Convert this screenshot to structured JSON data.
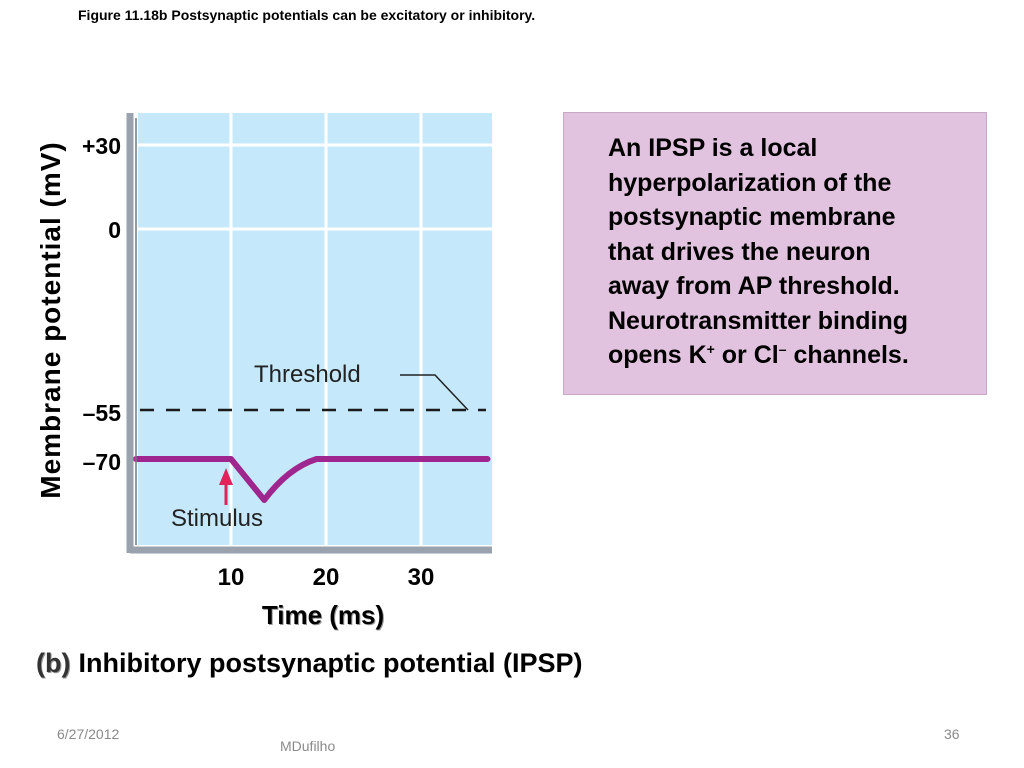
{
  "figure_caption": "Figure 11.18b  Postsynaptic potentials can be excitatory or inhibitory.",
  "subfigure": {
    "letter": "(b)",
    "title": "Inhibitory postsynaptic potential (IPSP)"
  },
  "info_box": {
    "line1": "An IPSP is a local",
    "line2": "hyperpolarization of the",
    "line3": "postsynaptic membrane",
    "line4": "that drives the neuron",
    "line5": "away from AP threshold.",
    "line6": "Neurotransmitter binding",
    "line7_pre": "opens K",
    "line7_sup1": "+",
    "line7_mid": " or Cl",
    "line7_sup2": "–",
    "line7_post": " channels.",
    "background": "#e2c3df"
  },
  "footer": {
    "date": "6/27/2012",
    "author": "MDufilho",
    "page": "36"
  },
  "chart_data": {
    "type": "line",
    "xlabel": "Time (ms)",
    "ylabel": "Membrane potential (mV)",
    "x_ticks": [
      10,
      20,
      30
    ],
    "x_tick_labels": [
      "10",
      "20",
      "30"
    ],
    "y_ticks": [
      30,
      0,
      -55,
      -70
    ],
    "y_tick_labels": [
      "+30",
      "0",
      "–55",
      "–70"
    ],
    "xlim": [
      0,
      37
    ],
    "grid": true,
    "series": [
      {
        "color": "#a0268f",
        "x": [
          0,
          10,
          13.5,
          16,
          19,
          37
        ],
        "y": [
          -70,
          -70,
          -82,
          -75,
          -70,
          -70
        ]
      }
    ],
    "threshold": {
      "label": "Threshold",
      "value": -55,
      "style": "dashed"
    },
    "stimulus": {
      "label": "Stimulus",
      "time": 10,
      "color": "#e0235a"
    },
    "colors": {
      "plot_background": "#c5e9fb",
      "grid": "#ffffff",
      "axis": "#9aa3ad"
    }
  }
}
